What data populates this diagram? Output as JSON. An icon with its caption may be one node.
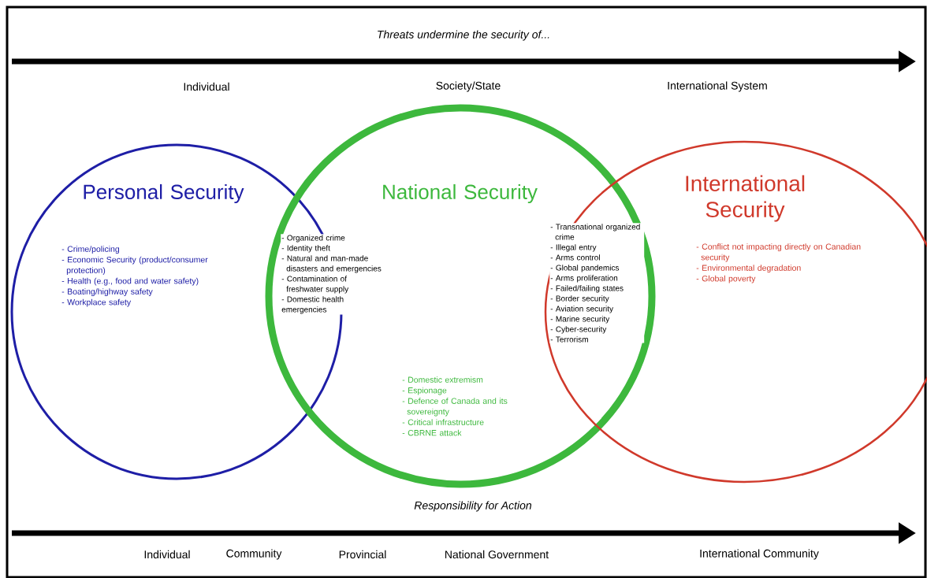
{
  "diagram": {
    "nodes": [
      {
        "text": [
          "Personal Security",
          "- Crime/policing",
          "- Economic Security (product/consumer protection)",
          "- Health (e.g., food and water safety)",
          "- Boating/highway safety",
          "- Workplace safety"
        ]
      },
      {
        "text": [
          "National Security",
          "- Domestic extremism",
          "- Espionage",
          "- Defence of Canada and its sovereignty",
          "- Critical infrastructure",
          "- CBRNE attack"
        ]
      },
      {
        "text": [
          "International Security",
          "- Conflict not impacting directly on Canadian security",
          "- Environmental degradation",
          "- Global poverty"
        ]
      }
    ],
    "edges": [],
    "labels": [
      "Threats undermine the security of...",
      "Individual",
      "Society/State",
      "International System",
      "- Organized crime",
      "- Identity theft",
      "- Natural and man-made disasters and emergencies",
      "- Contamination of freshwater supply",
      "- Domestic health emergencies",
      "- Transnational organized crime",
      "- Illegal entry",
      "- Arms control",
      "- Global pandemics",
      "- Arms proliferation",
      "- Failed/failing states",
      "- Border security",
      "- Aviation security",
      "- Marine security",
      "- Cyber-security",
      "- Terrorism",
      "Responsibility for Action",
      "Individual",
      "Community",
      "Provincial",
      "National Government",
      "International Community"
    ]
  }
}
